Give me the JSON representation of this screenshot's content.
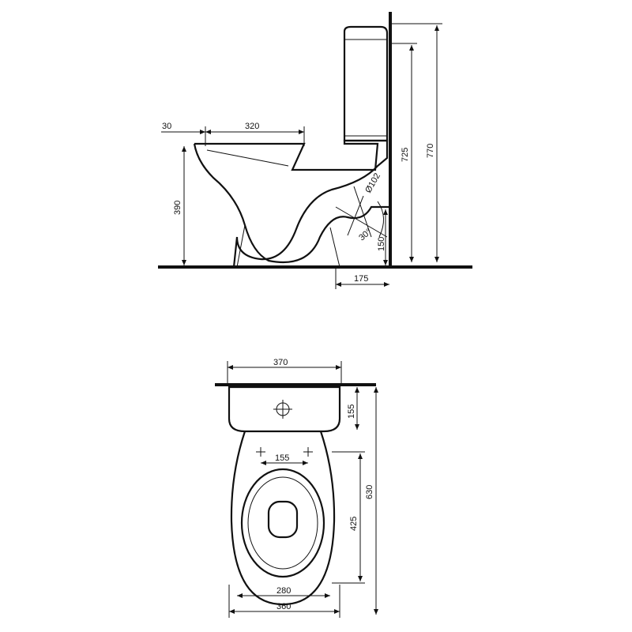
{
  "side_view": {
    "rim_offset": "30",
    "bowl_length": "320",
    "seat_height": "390",
    "outlet_diameter": "Ø102",
    "outlet_angle": "30°",
    "outlet_height": "150",
    "outlet_wall_distance": "175",
    "tank_height_725": "725",
    "total_height": "770"
  },
  "top_view": {
    "tank_width": "370",
    "tank_depth": "155",
    "fixing_hole_spacing": "155",
    "total_depth": "630",
    "bowl_depth": "425",
    "seat_width": "280",
    "bowl_width": "360"
  }
}
